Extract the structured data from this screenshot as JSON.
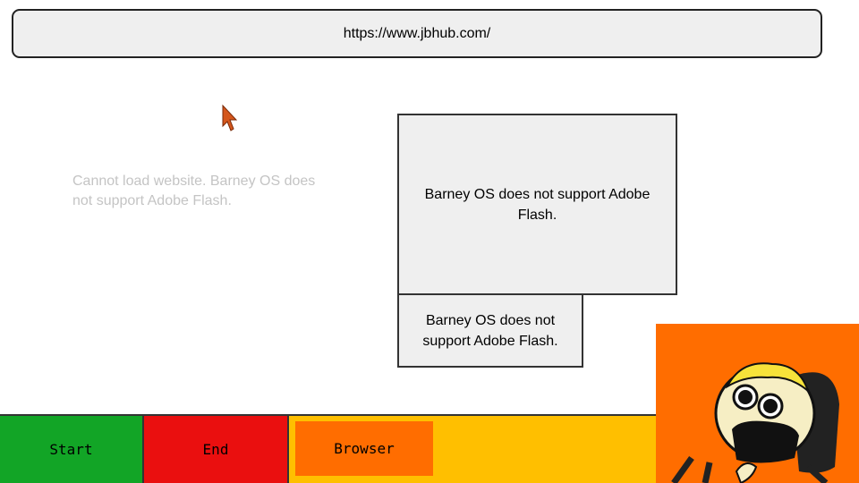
{
  "browser": {
    "url": "https://www.jbhub.com/",
    "error_message": "Cannot load website. Barney OS does not support Adobe Flash."
  },
  "dialogs": [
    {
      "message": "Barney OS does not support Adobe Flash."
    },
    {
      "message": "Barney OS does not support Adobe Flash."
    }
  ],
  "taskbar": {
    "start_label": "Start",
    "end_label": "End",
    "browser_label": "Browser"
  },
  "colors": {
    "taskbar": "#ffbf00",
    "start": "#12a526",
    "end": "#ea0f0f",
    "browser_button": "#ff6d00",
    "mascot_bg": "#ff6d00"
  },
  "icons": {
    "cursor": "arrow-cursor-icon",
    "mascot": "barney-mascot-icon"
  }
}
